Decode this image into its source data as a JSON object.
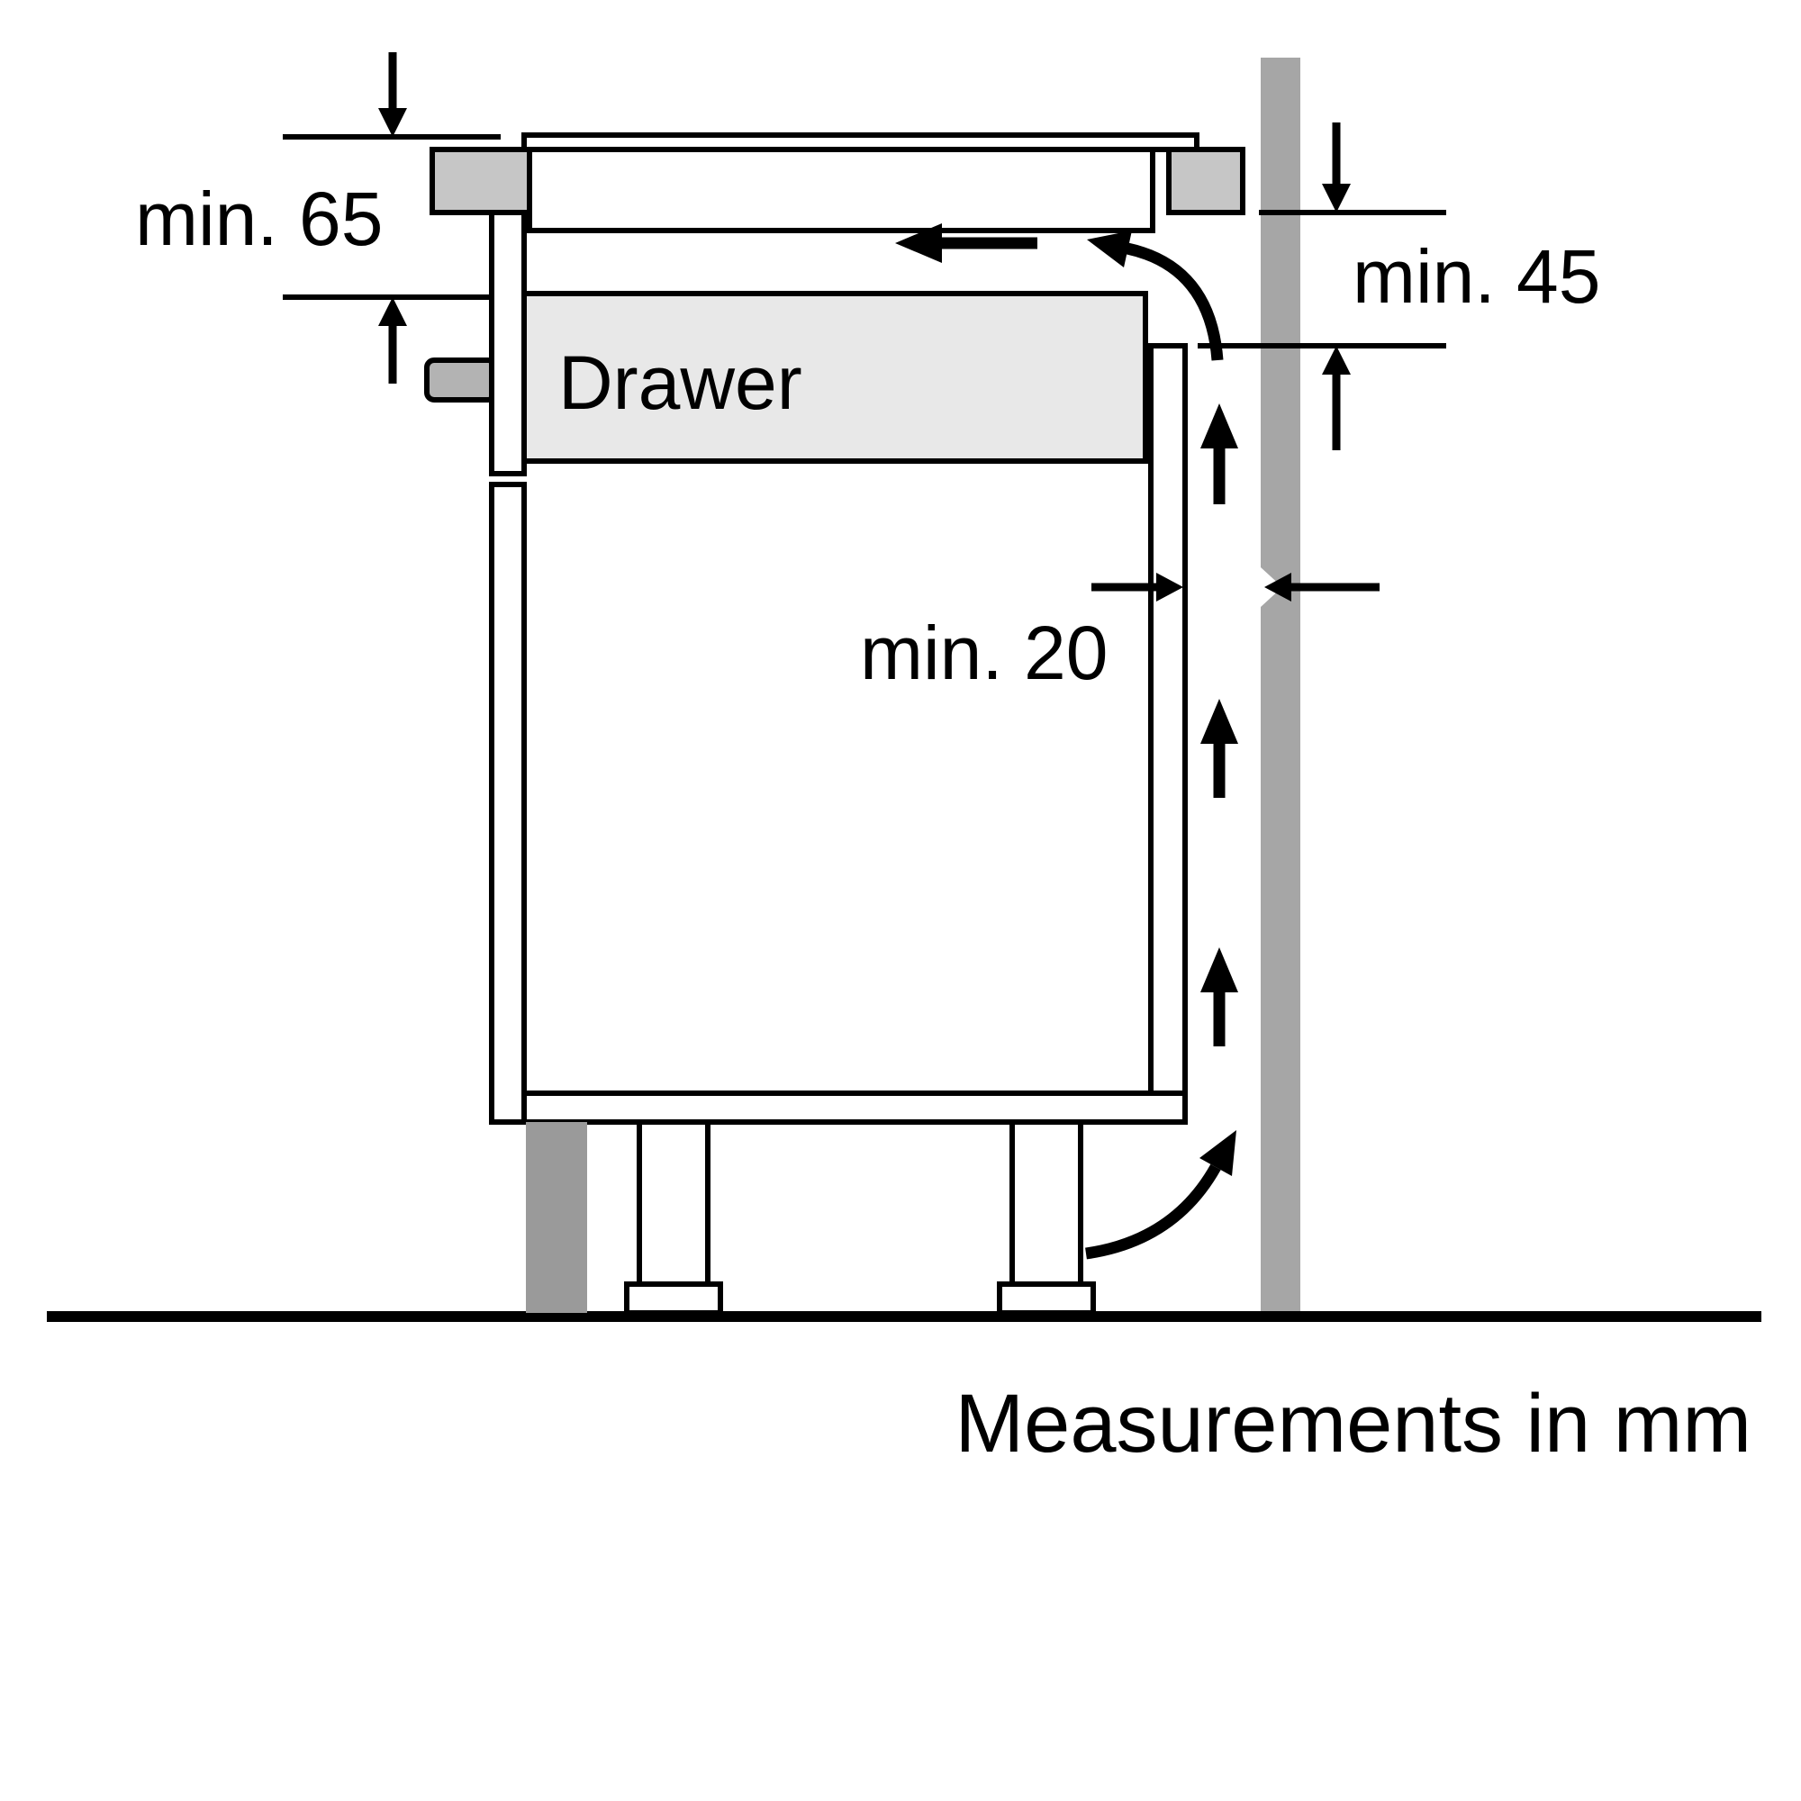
{
  "diagram": {
    "labels": {
      "clearance_below_worktop": "min. 65",
      "clearance_right": "min. 45",
      "rear_gap": "min. 20",
      "drawer": "Drawer",
      "footer_note": "Measurements in mm"
    },
    "values": {
      "clearance_below_worktop_mm": 65,
      "clearance_right_mm": 45,
      "rear_gap_mm": 20,
      "unit": "mm"
    },
    "colors": {
      "line": "#000000",
      "wall": "#a6a6a6",
      "worktop": "#c6c6c6",
      "drawer_front": "#e8e8e8",
      "plinth": "#9a9a9a",
      "junction_box": "#b3b3b3",
      "background": "#ffffff"
    }
  }
}
